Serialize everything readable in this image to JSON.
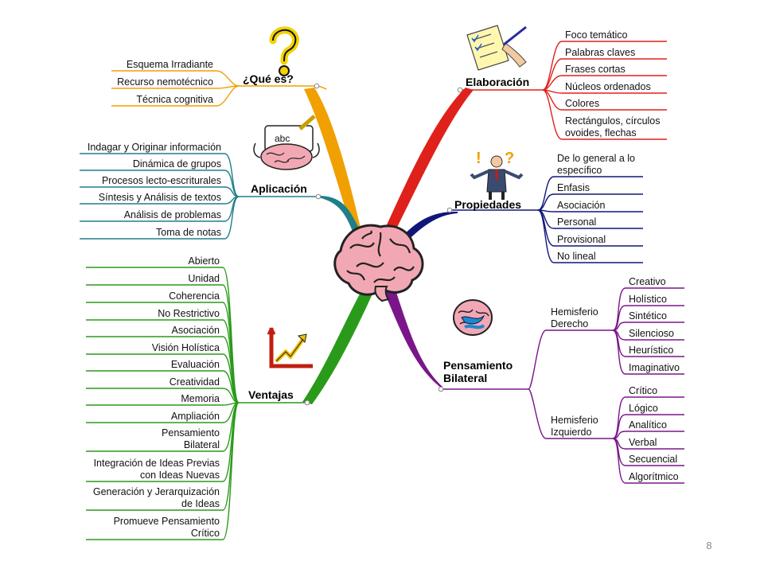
{
  "page_number": "8",
  "colors": {
    "que_es": "#f0a000",
    "aplicacion": "#1e7f8a",
    "ventajas": "#2a9a1a",
    "elaboracion": "#e0201a",
    "propiedades": "#10167a",
    "bilateral": "#7a168a"
  },
  "branches": {
    "que_es": {
      "title": "¿Qué es?",
      "icon": "question-mark-icon",
      "items": [
        "Esquema Irradiante",
        "Recurso nemotécnico",
        "Técnica cognitiva"
      ]
    },
    "aplicacion": {
      "title": "Aplicación",
      "icon": "brain-writing-icon",
      "items": [
        "Indagar y Originar información",
        "Dinámica de grupos",
        "Procesos lecto-escriturales",
        "Síntesis y Análisis de textos",
        "Análisis de problemas",
        "Toma de notas"
      ]
    },
    "ventajas": {
      "title": "Ventajas",
      "icon": "growth-arrow-icon",
      "items": [
        [
          "Abierto"
        ],
        [
          "Unidad"
        ],
        [
          "Coherencia"
        ],
        [
          "No Restrictivo"
        ],
        [
          "Asociación"
        ],
        [
          "Visión Holística"
        ],
        [
          "Evaluación"
        ],
        [
          "Creatividad"
        ],
        [
          "Memoria"
        ],
        [
          "Ampliación"
        ],
        [
          "Pensamiento",
          "Bilateral"
        ],
        [
          "Integración de Ideas Previas",
          "con Ideas Nuevas"
        ],
        [
          "Generación y Jerarquización",
          "de Ideas"
        ],
        [
          "Promueve Pensamiento",
          "Crítico"
        ]
      ]
    },
    "elaboracion": {
      "title": "Elaboración",
      "icon": "checklist-hand-icon",
      "items": [
        [
          "Foco temático"
        ],
        [
          "Palabras claves"
        ],
        [
          "Frases cortas"
        ],
        [
          "Núcleos ordenados"
        ],
        [
          "Colores"
        ],
        [
          "Rectángulos, círculos",
          "ovoides, flechas"
        ]
      ]
    },
    "propiedades": {
      "title": "Propiedades",
      "icon": "businessman-thinking-icon",
      "items": [
        [
          "De lo general a lo",
          "específico"
        ],
        [
          "Enfasis"
        ],
        [
          "Asociación"
        ],
        [
          "Personal"
        ],
        [
          "Provisional"
        ],
        [
          "No lineal"
        ]
      ]
    },
    "bilateral": {
      "title": [
        "Pensamiento",
        "Bilateral"
      ],
      "icon": "brain-hemispheres-icon",
      "groups": [
        {
          "name": [
            "Hemisferio",
            "Derecho"
          ],
          "items": [
            "Creativo",
            "Holístico",
            "Sintético",
            "Silencioso",
            "Heurístico",
            "Imaginativo"
          ]
        },
        {
          "name": [
            "Hemisferio",
            "Izquierdo"
          ],
          "items": [
            "Crítico",
            "Lógico",
            "Analítico",
            "Verbal",
            "Secuencial",
            "Algorítmico"
          ]
        }
      ]
    }
  }
}
